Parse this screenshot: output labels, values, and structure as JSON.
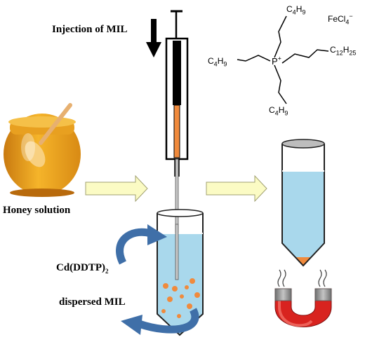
{
  "labels": {
    "injection": "Injection of MIL",
    "honey": "Honey solution",
    "complex": "Cd(DDTP)",
    "complex_sub": "2",
    "dispersed": "dispersed MIL"
  },
  "structure": {
    "center_atom": "P",
    "charge_cation": "+",
    "subst_top": "C",
    "subst_top_sub": "4",
    "subst_top_h": "H",
    "subst_top_hsub": "9",
    "subst_left": "C",
    "subst_left_sub": "4",
    "subst_left_h": "H",
    "subst_left_hsub": "9",
    "subst_bottom": "C",
    "subst_bottom_sub": "4",
    "subst_bottom_h": "H",
    "subst_bottom_hsub": "9",
    "subst_right": "C",
    "subst_right_sub": "12",
    "subst_right_h": "H",
    "subst_right_hsub": "25",
    "anion": "FeCl",
    "anion_sub": "4",
    "anion_sup": "−"
  },
  "colors": {
    "liquid": "#a9d8ec",
    "mil_drop": "#f08a3c",
    "process_arrow": "#fbfbc4",
    "stir_arrow": "#3f6fa8",
    "magnet_red": "#d8231f",
    "magnet_tip": "#8c8c8c"
  }
}
